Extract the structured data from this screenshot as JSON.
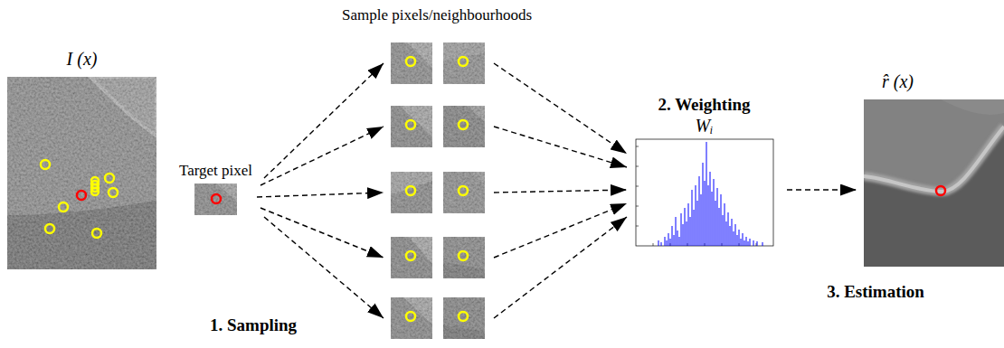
{
  "diagram": {
    "nodes": [
      {
        "text": [
          "I (x)"
        ]
      },
      {
        "text": [
          "Target pixel"
        ]
      },
      {
        "text": [
          "Sample pixels/neighbourhoods"
        ]
      },
      {
        "text": [
          "2. Weighting",
          "Wᵢ"
        ]
      },
      {
        "text": [
          "r̂ (x)"
        ]
      }
    ],
    "edges": [
      {
        "from": 1,
        "to": 2,
        "arrow": "to"
      },
      {
        "from": 1,
        "to": 2,
        "arrow": "to"
      },
      {
        "from": 1,
        "to": 2,
        "arrow": "to"
      },
      {
        "from": 1,
        "to": 2,
        "arrow": "to"
      },
      {
        "from": 1,
        "to": 2,
        "arrow": "to"
      },
      {
        "from": 2,
        "to": 3,
        "arrow": "to"
      },
      {
        "from": 2,
        "to": 3,
        "arrow": "to"
      },
      {
        "from": 2,
        "to": 3,
        "arrow": "to"
      },
      {
        "from": 2,
        "to": 3,
        "arrow": "to"
      },
      {
        "from": 2,
        "to": 3,
        "arrow": "to"
      },
      {
        "from": 3,
        "to": 4,
        "arrow": "to"
      }
    ],
    "labels": [
      "1. Sampling",
      "3. Estimation"
    ]
  }
}
